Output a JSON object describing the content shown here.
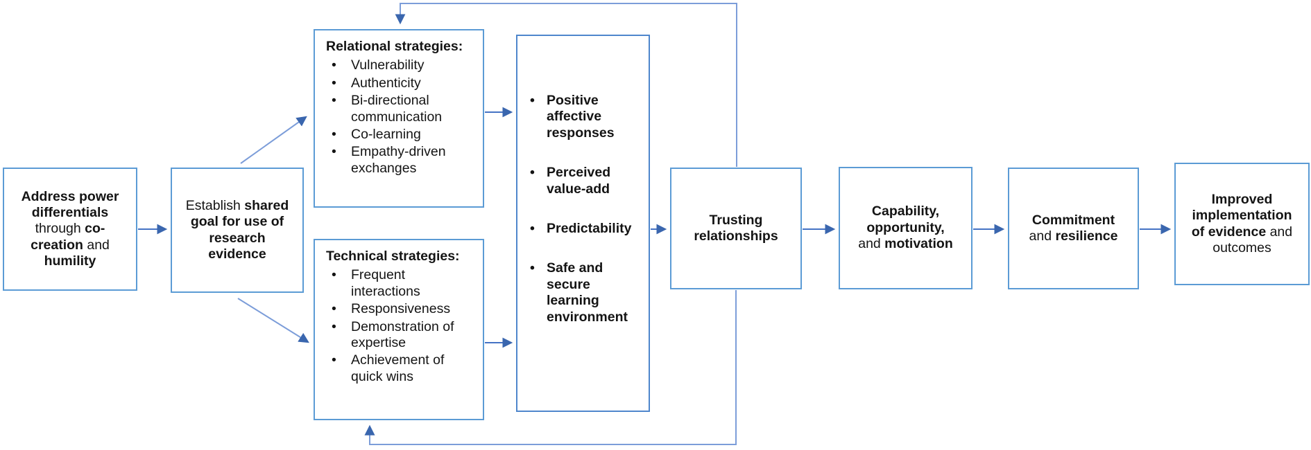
{
  "figure": {
    "description": "Flow diagram: strategies leading to trusting relationships and improved implementation of evidence",
    "background": "#ffffff"
  },
  "colors": {
    "box_border": "#5B9BD5",
    "mid_box_border": "#4E86CC",
    "arrow_shaft": "#4472C4",
    "arrow_head": "#3A66AE",
    "feedback_loop": "#7C9DD9",
    "text": "#141414"
  },
  "boxes": {
    "address_power": {
      "segments": [
        {
          "t": "Address power differentials",
          "b": true
        },
        {
          "t": " through ",
          "b": false
        },
        {
          "t": "co-creation",
          "b": true
        },
        {
          "t": " and ",
          "b": false
        },
        {
          "t": "humility",
          "b": true
        }
      ]
    },
    "shared_goal": {
      "segments": [
        {
          "t": "Establish ",
          "b": false
        },
        {
          "t": "shared goal for use of research evidence",
          "b": true
        }
      ]
    },
    "relational": {
      "title": "Relational strategies:",
      "items": [
        "Vulnerability",
        "Authenticity",
        "Bi-directional communication",
        "Co-learning",
        "Empathy-driven exchanges"
      ]
    },
    "technical": {
      "title": "Technical strategies:",
      "items": [
        "Frequent interactions",
        "Responsiveness",
        "Demonstration of expertise",
        "Achievement of quick wins"
      ]
    },
    "trust_antecedents": {
      "items": [
        "Positive affective responses",
        "Perceived value-add",
        "Predictability",
        "Safe and secure learning environment"
      ]
    },
    "trusting": {
      "segments": [
        {
          "t": "Trusting relationships",
          "b": true
        }
      ]
    },
    "capability": {
      "segments": [
        {
          "t": "Capability, opportunity,",
          "b": true
        },
        {
          "t": " and ",
          "b": false
        },
        {
          "t": "motivation",
          "b": true
        }
      ]
    },
    "commitment": {
      "segments": [
        {
          "t": "Commitment",
          "b": true
        },
        {
          "t": " and ",
          "b": false
        },
        {
          "t": "resilience",
          "b": true
        }
      ]
    },
    "improved": {
      "segments": [
        {
          "t": "Improved implementation of evidence",
          "b": true
        },
        {
          "t": " and outcomes",
          "b": false
        }
      ]
    }
  }
}
